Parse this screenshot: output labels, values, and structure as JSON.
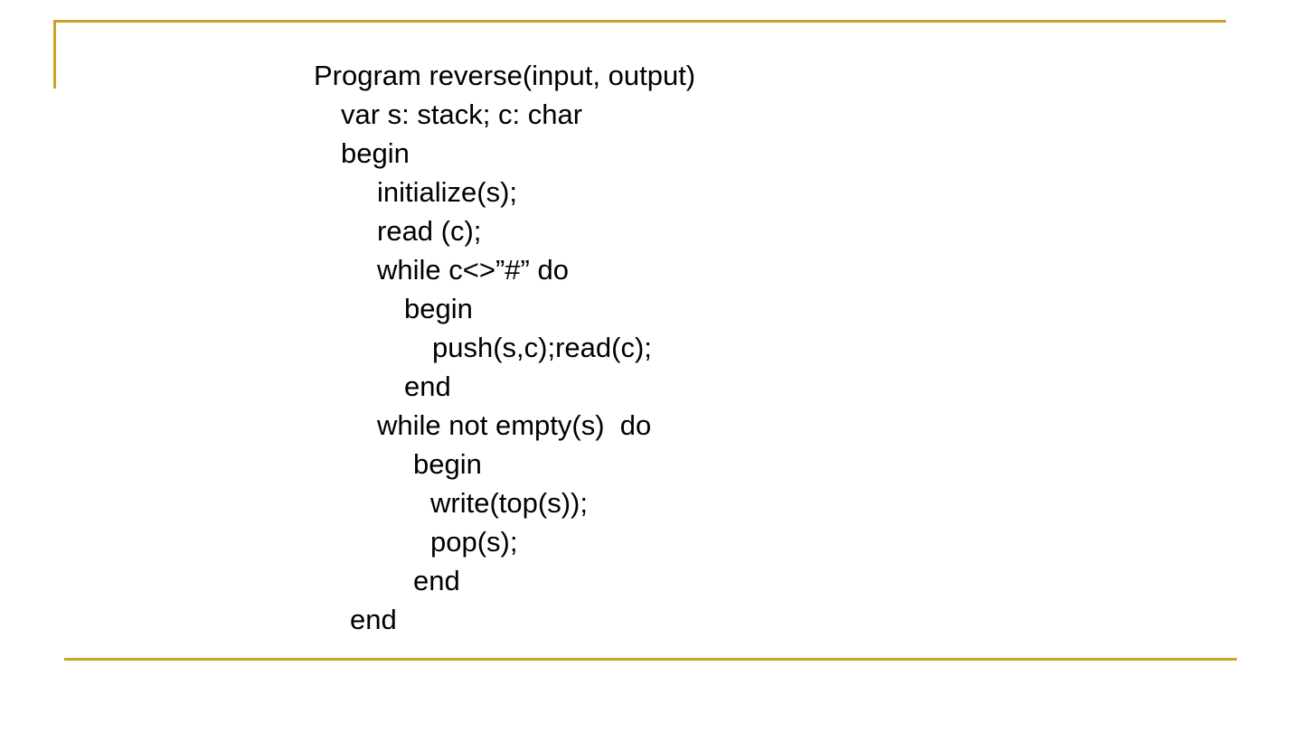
{
  "slide": {
    "title": "Program reverse(input, output)",
    "background_color": "#ffffff",
    "text_color": "#000000",
    "accent_color": "#C9A227",
    "decor": {
      "top_rule": "horizontal-gold-rule",
      "left_rule": "vertical-gold-rule",
      "bottom_rule": "horizontal-gold-rule"
    },
    "code_lines": [
      {
        "text": "Program reverse(input, output)",
        "indent": 0
      },
      {
        "text": "var s: stack; c: char",
        "indent": 1
      },
      {
        "text": "begin",
        "indent": 1
      },
      {
        "text": "initialize(s);",
        "indent": 2
      },
      {
        "text": "read (c);",
        "indent": 2
      },
      {
        "text": "while c<>”#” do",
        "indent": 2
      },
      {
        "text": "begin",
        "indent": 3
      },
      {
        "text": "push(s,c);read(c);",
        "indent": 4
      },
      {
        "text": "end",
        "indent": 3
      },
      {
        "text": "while not empty(s)  do",
        "indent": 2
      },
      {
        "text": "begin",
        "indent": 5
      },
      {
        "text": "write(top(s));",
        "indent": 6
      },
      {
        "text": "pop(s);",
        "indent": 6
      },
      {
        "text": "end",
        "indent": 5
      },
      {
        "text": "end",
        "indent": 7
      }
    ]
  }
}
